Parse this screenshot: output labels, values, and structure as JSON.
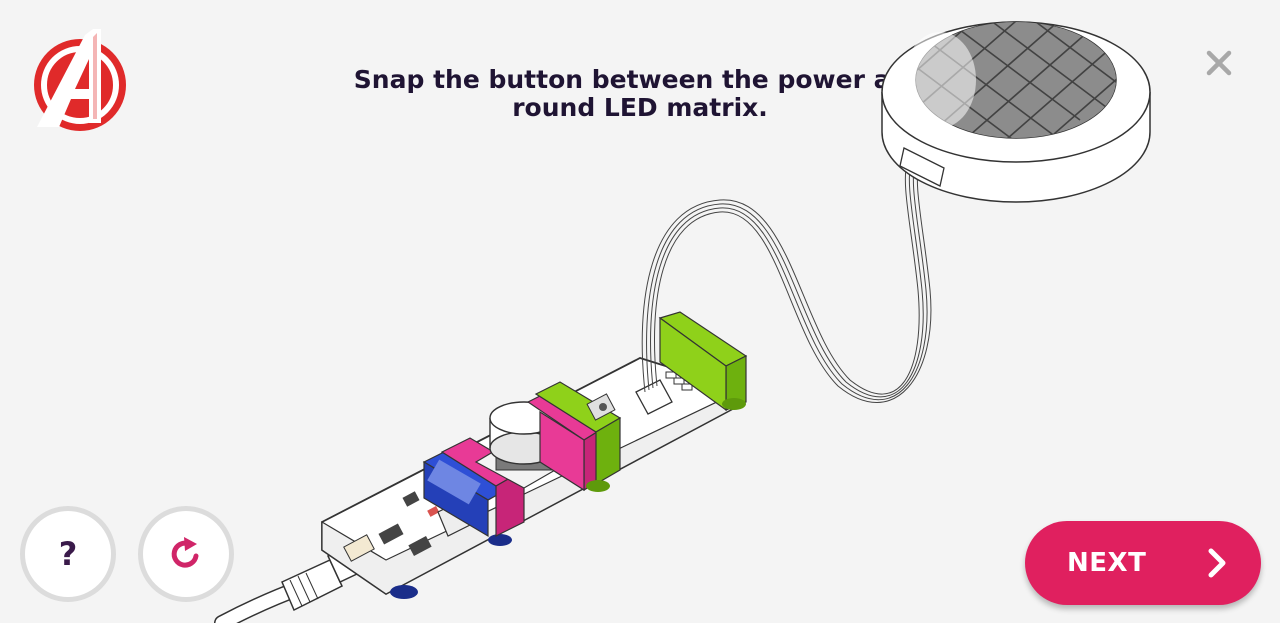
{
  "instruction": {
    "line1": "Snap the button between the power and",
    "line2": "round LED matrix."
  },
  "icons": {
    "logo": "avengers-logo-icon",
    "close": "close-icon",
    "help": "question-mark-icon",
    "reset": "refresh-icon",
    "next": "chevron-right-icon"
  },
  "buttons": {
    "help_label": "?",
    "next_label": "NEXT"
  },
  "colors": {
    "accent": "#e0205f",
    "logo_red": "#e02a2a",
    "title_text": "#1f1433",
    "bit_pink": "#e83a96",
    "bit_green": "#8fd11a",
    "bit_blue": "#1f3fb0"
  }
}
